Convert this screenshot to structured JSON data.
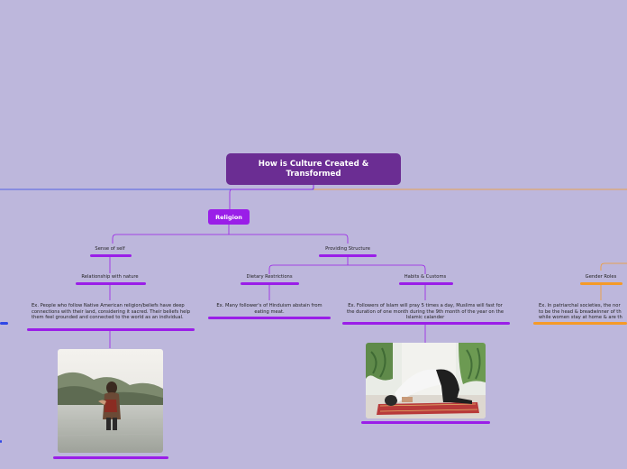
{
  "center": {
    "title": "How is Culture Created & Transformed"
  },
  "main_topic": {
    "label": "Religion"
  },
  "subtopics": {
    "sense_of_self": "Sense of self",
    "providing_structure": "Providing Structure",
    "relationship_with_nature": "Relationship with nature",
    "dietary_restrictions": "Dietary Restrictions",
    "habits_customs": "Habits & Customs",
    "gender_roles": "Gender Roles"
  },
  "examples": {
    "native_american": "Ex. People who follow Native American religion/beliefs have deep connections with their land, considering it sacred. Their beliefs help them feel grounded and connected to the world as an individual.",
    "hinduism": "Ex. Many follower's of Hinduism abstain from eating meat.",
    "islam": "Ex. Followers of Islam will pray 5 times a day, Muslims will fast for the duration of one month during the 9th month of the year on the Islamic calander",
    "patriarchal_line1": "Ex. In patriarchal societies, the nor",
    "patriarchal_line2": "to be the head & breadwinner of th",
    "patriarchal_line3": "while women stay at home & are th"
  },
  "colors": {
    "background": "#bdb7dc",
    "center": "#6b2d93",
    "religion": "#9a1ee8",
    "branch_orange": "#f59a28",
    "branch_blue": "#2f47e6"
  }
}
